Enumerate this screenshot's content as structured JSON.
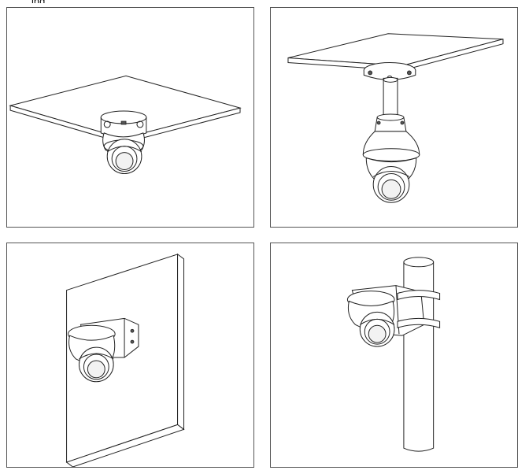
{
  "header_fragment": "ing",
  "panels": [
    {
      "id": "ceiling-mount-diagram",
      "icon": "dome-camera-ceiling-mount-icon"
    },
    {
      "id": "pendant-mount-diagram",
      "icon": "dome-camera-pendant-mount-icon"
    },
    {
      "id": "wall-mount-diagram",
      "icon": "dome-camera-wall-mount-icon"
    },
    {
      "id": "pole-mount-diagram",
      "icon": "dome-camera-pole-mount-icon"
    }
  ]
}
